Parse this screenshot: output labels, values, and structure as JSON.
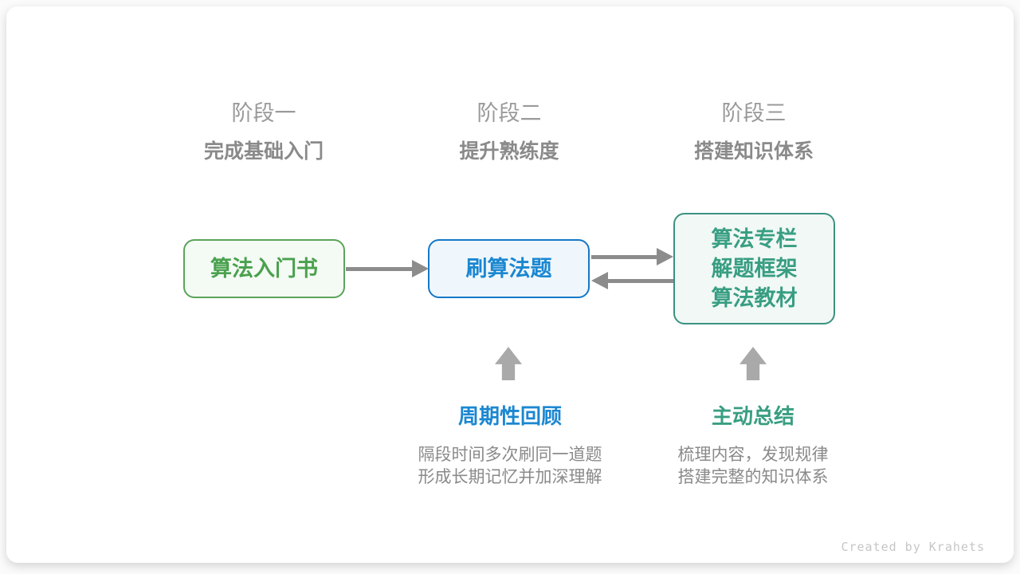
{
  "canvas": {
    "credit": "Created by Krahets"
  },
  "stages": [
    {
      "label": "阶段一",
      "subtitle": "完成基础入门"
    },
    {
      "label": "阶段二",
      "subtitle": "提升熟练度"
    },
    {
      "label": "阶段三",
      "subtitle": "搭建知识体系"
    }
  ],
  "nodes": {
    "intro_book": {
      "label": "算法入门书"
    },
    "practice": {
      "label": "刷算法题"
    },
    "resources": {
      "lines": [
        "算法专栏",
        "解题框架",
        "算法教材"
      ]
    }
  },
  "annotations": {
    "review": {
      "title": "周期性回顾",
      "desc_lines": [
        "隔段时间多次刷同一道题",
        "形成长期记忆并加深理解"
      ]
    },
    "summarize": {
      "title": "主动总结",
      "desc_lines": [
        "梳理内容，发现规律",
        "搭建完整的知识体系"
      ]
    }
  },
  "colors": {
    "green_text": "#4aa14e",
    "green_border": "#5ba45b",
    "green_bg": "#f4faf4",
    "blue_text": "#1b87d1",
    "blue_border": "#1678c6",
    "blue_bg": "#eff7fd",
    "teal_text": "#389e82",
    "teal_border": "#3b9282",
    "teal_bg": "#f1f8f5",
    "arrow_gray": "#8c8c8c",
    "block_arrow_gray": "#a9a9a9",
    "stage_label_gray": "#9a9a9a",
    "stage_subtitle_gray": "#8a8a8a",
    "desc_gray": "#8a8a8a",
    "credit_gray": "#c6c6c6"
  }
}
